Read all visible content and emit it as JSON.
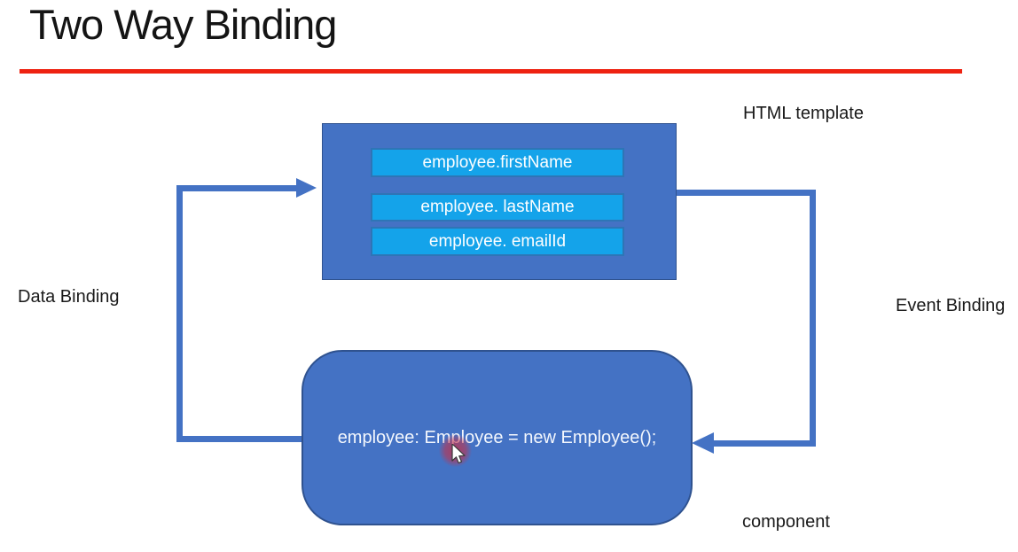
{
  "title": "Two Way Binding",
  "diagram": {
    "template_label": "HTML template",
    "component_label": "component",
    "left_arrow_label": "Data Binding",
    "right_arrow_label": "Event Binding",
    "template_fields": [
      "employee.firstName",
      "employee. lastName",
      "employee. emailId"
    ],
    "component_code": "employee: Employee = new Employee();"
  },
  "colors": {
    "shape_fill": "#4472c4",
    "shape_border": "#2f528f",
    "field_fill": "#14a3ea",
    "field_border": "#2e75b6",
    "underline": "#ee2211",
    "click_highlight": "#c43048"
  },
  "icons": {
    "cursor": "mouse-pointer-icon"
  }
}
